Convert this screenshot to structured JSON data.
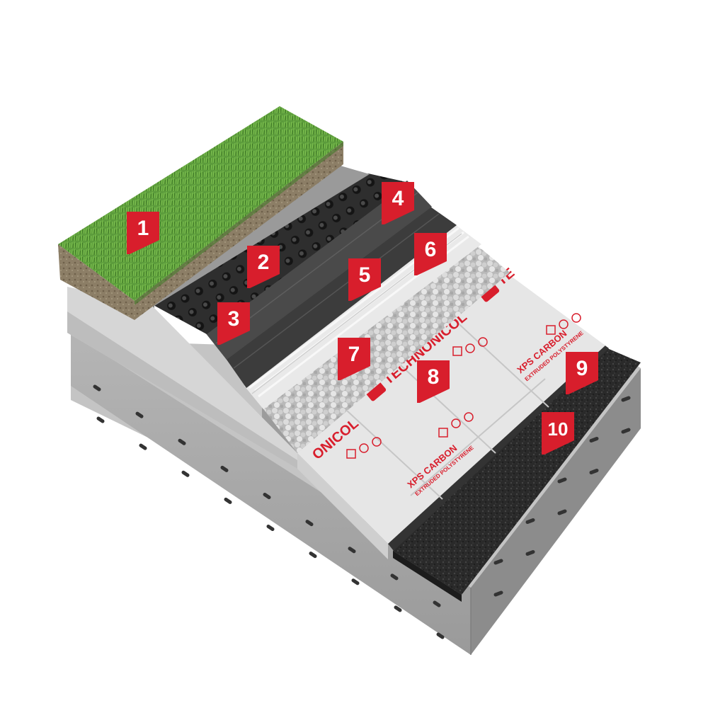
{
  "diagram": {
    "colors": {
      "marker": "#d81e2c",
      "grass": "#5a9a3a",
      "soil": "#8a7b62",
      "concrete": "#a9a9a9",
      "xps": "#e4e4e4",
      "membrane": "#3a3a3a",
      "gravel": "#c9c9c9"
    },
    "markers": [
      {
        "label": "1",
        "layer": "grass-layer"
      },
      {
        "label": "2",
        "layer": "geotextile-layer"
      },
      {
        "label": "3",
        "layer": "drainage-membrane-layer"
      },
      {
        "label": "4",
        "layer": "waterproofing-top-layer"
      },
      {
        "label": "5",
        "layer": "waterproofing-bottom-layer"
      },
      {
        "label": "6",
        "layer": "geotextile-lower-layer"
      },
      {
        "label": "7",
        "layer": "gravel-layer"
      },
      {
        "label": "8",
        "layer": "xps-insulation-layer"
      },
      {
        "label": "9",
        "layer": "vapor-barrier-layer"
      },
      {
        "label": "10",
        "layer": "primer-layer"
      }
    ],
    "board_brand": {
      "text_a": "TECHNONICOL",
      "text_b": "ONICOL",
      "text_c": "TE",
      "product": "XPS CARBON",
      "product_sub": "EXTRUDED POLYSTYRENE"
    }
  }
}
